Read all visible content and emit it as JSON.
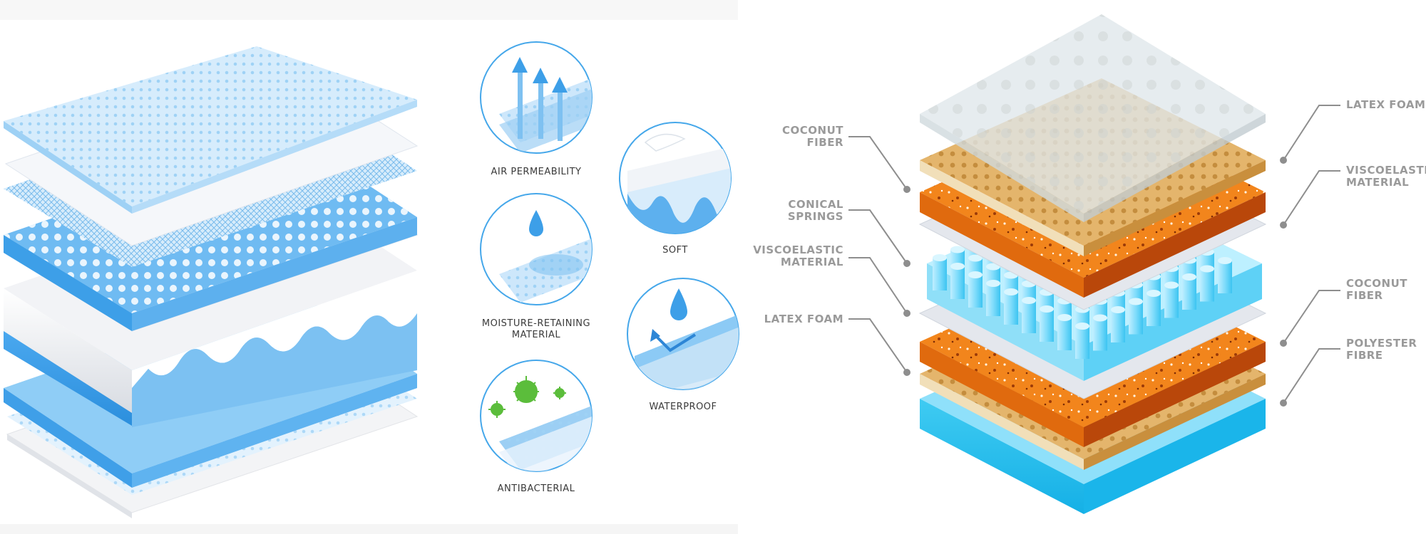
{
  "colors": {
    "blue_light": "#cfe9fb",
    "blue_mid": "#8ccaf5",
    "blue_dark": "#3d9fe8",
    "orange": "#f07d16",
    "orange_dark": "#c4500b",
    "tan": "#e3b36b",
    "tan_dark": "#c58a3b",
    "cyan": "#32c0ee",
    "gray_sheet": "#e6e9ef",
    "callout_gray": "#9a9a9a"
  },
  "features": [
    {
      "label": "AIR PERMEABILITY",
      "icon": "air-arrows-icon"
    },
    {
      "label": "SOFT",
      "icon": "feather-icon"
    },
    {
      "label": "MOISTURE-RETAINING",
      "label2": "MATERIAL",
      "icon": "water-drop-icon"
    },
    {
      "label": "WATERPROOF",
      "icon": "waterproof-drop-icon"
    },
    {
      "label": "ANTIBACTERIAL",
      "icon": "bacteria-icon"
    }
  ],
  "callouts_left": [
    {
      "line1": "COCONUT",
      "line2": "FIBER"
    },
    {
      "line1": "CONICAL",
      "line2": "SPRINGS"
    },
    {
      "line1": "VISCOELASTIC",
      "line2": "MATERIAL"
    },
    {
      "line1": "LATEX FOAM",
      "line2": ""
    }
  ],
  "callouts_right": [
    {
      "line1": "LATEX FOAM",
      "line2": ""
    },
    {
      "line1": "VISCOELASTIC",
      "line2": "MATERIAL"
    },
    {
      "line1": "COCONUT",
      "line2": "FIBER"
    },
    {
      "line1": "POLYESTER",
      "line2": "FIBRE"
    }
  ]
}
